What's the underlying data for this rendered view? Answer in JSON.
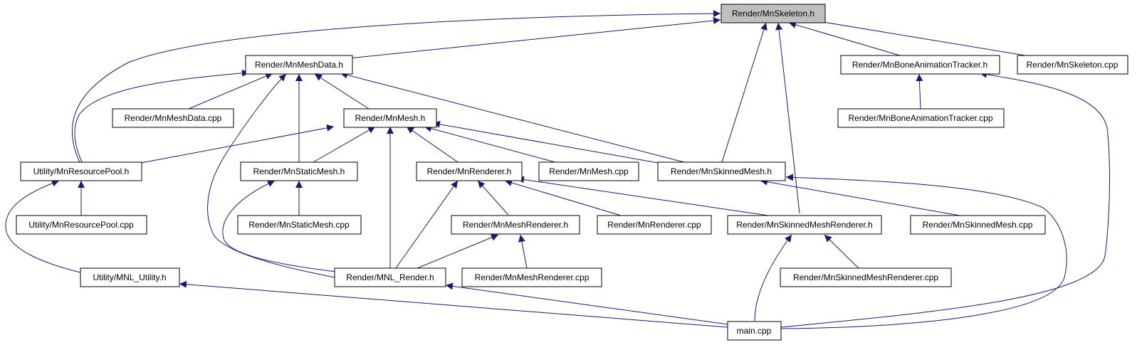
{
  "diagram": {
    "colors": {
      "edge": "#191970",
      "root_fill": "#bfbfbf",
      "node_fill": "#ffffff",
      "border": "#000000"
    },
    "nodes": {
      "skeleton_h": "Render/MnSkeleton.h",
      "meshdata_h": "Render/MnMeshData.h",
      "bone_tracker_h": "Render/MnBoneAnimationTracker.h",
      "skeleton_cpp": "Render/MnSkeleton.cpp",
      "meshdata_cpp": "Render/MnMeshData.cpp",
      "mesh_h": "Render/MnMesh.h",
      "bone_tracker_cpp": "Render/MnBoneAnimationTracker.cpp",
      "resourcepool_h": "Utility/MnResourcePool.h",
      "staticmesh_h": "Render/MnStaticMesh.h",
      "renderer_h": "Render/MnRenderer.h",
      "mesh_cpp": "Render/MnMesh.cpp",
      "skinnedmesh_h": "Render/MnSkinnedMesh.h",
      "resourcepool_cpp": "Utility/MnResourcePool.cpp",
      "staticmesh_cpp": "Render/MnStaticMesh.cpp",
      "meshrenderer_h": "Render/MnMeshRenderer.h",
      "renderer_cpp": "Render/MnRenderer.cpp",
      "skinned_renderer_h": "Render/MnSkinnedMeshRenderer.h",
      "skinnedmesh_cpp": "Render/MnSkinnedMesh.cpp",
      "mnl_utility_h": "Utility/MNL_Utility.h",
      "mnl_render_h": "Render/MNL_Render.h",
      "meshrenderer_cpp": "Render/MnMeshRenderer.cpp",
      "skinned_renderer_cpp": "Render/MnSkinnedMeshRenderer.cpp",
      "main_cpp": "main.cpp"
    }
  }
}
